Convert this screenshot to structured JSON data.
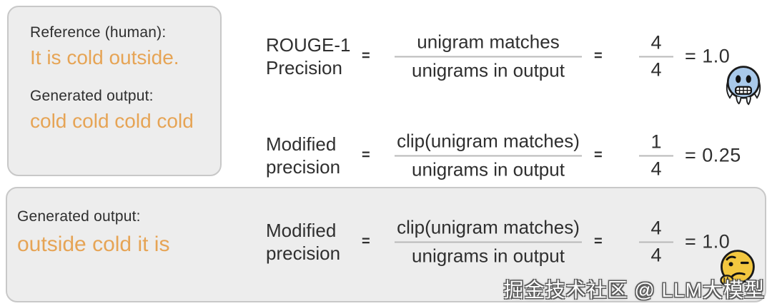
{
  "colors": {
    "orange_text": "#e6a455",
    "dark_text": "#2f2f2f",
    "box_background": "#ededed",
    "box_border": "#c8c8c8",
    "cold_face_blue": "#a9c9ea",
    "thinking_face_yellow": "#f3c73f"
  },
  "reference_box": {
    "reference_label": "Reference (human):",
    "reference_text": "It is cold outside.",
    "generated_label": "Generated output:",
    "generated_text": "cold cold cold cold"
  },
  "bottom_box": {
    "generated_label": "Generated output:",
    "generated_text": "outside cold it is"
  },
  "rows": [
    {
      "label_line1": "ROUGE-1",
      "label_line2": "Precision",
      "equals": "=",
      "numerator": "unigram matches",
      "denominator": "unigrams in output",
      "equals2": "=",
      "value_numerator": "4",
      "value_denominator": "4",
      "result": "= 1.0",
      "emoji": "cold-face"
    },
    {
      "label_line1": "Modified",
      "label_line2": "precision",
      "equals": "=",
      "numerator": "clip(unigram matches)",
      "denominator": "unigrams in output",
      "equals2": "=",
      "value_numerator": "1",
      "value_denominator": "4",
      "result": "= 0.25",
      "emoji": ""
    },
    {
      "label_line1": "Modified",
      "label_line2": "precision",
      "equals": "=",
      "numerator": "clip(unigram matches)",
      "denominator": "unigrams in output",
      "equals2": "=",
      "value_numerator": "4",
      "value_denominator": "4",
      "result": "= 1.0",
      "emoji": "thinking-face"
    }
  ],
  "watermark": "掘金技术社区 @ LLM大模型"
}
